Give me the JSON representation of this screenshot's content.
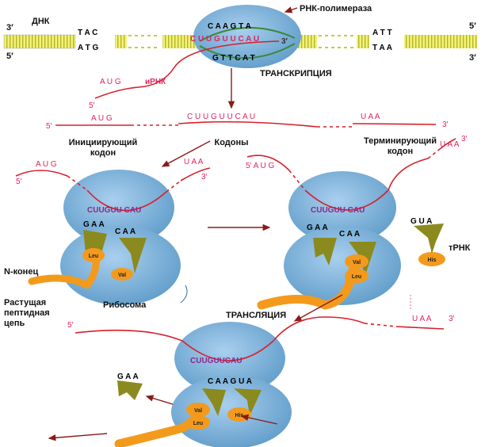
{
  "dna": {
    "label": "ДНК",
    "left_top": "3′",
    "left_bottom": "5′",
    "right_top": "5′",
    "right_bottom": "3′",
    "left_top_bases": "T A C",
    "left_bottom_bases": "A T G",
    "right_top_bases": "A T T",
    "right_bottom_bases": "T A A",
    "poly_top_bases": "C A A G T A",
    "poly_rna_bases": "C U U G U U C A U",
    "poly_bottom_bases": "G T T C A T",
    "rna_3": "3′"
  },
  "polymerase": "РНК-полимераза",
  "transcription": "ТРАНСКРИПЦИЯ",
  "mrna_label": "иРНК",
  "mrna_start": "A U G",
  "five": "5′",
  "mrna_line": {
    "five": "5′",
    "start": "A U G",
    "codons": "C U U G U U C A U",
    "stop": "U A A",
    "three": "3′"
  },
  "labels": {
    "init1": "Инициирующий",
    "init2": "кодон",
    "codons": "Кодоны",
    "term1": "Терминирующий",
    "term2": "кодон"
  },
  "rib1": {
    "five": "5′",
    "aug": "A U G",
    "uaa": "U A A",
    "three": "3′",
    "codons": "CUUGUU CAU",
    "anti1": "G A A",
    "anti2": "C A A",
    "aa1": "Leu",
    "aa2": "Val",
    "n_end": "N-конец",
    "chain1": "Растущая",
    "chain2": "пептидная",
    "chain3": "цепь",
    "ribosome": "Рибосома"
  },
  "rib2": {
    "five_aug": "5′ A U G",
    "uaa": "U A A",
    "three": "3′",
    "codons": "CUUGUU CAU",
    "anti1": "G A A",
    "anti2": "C A A",
    "aa_val": "Val",
    "aa_leu": "Leu",
    "trna_anti": "G U A",
    "trna_aa": "His",
    "trna": "тРНК"
  },
  "translation": "ТРАНСЛЯЦИЯ",
  "rib3": {
    "five": "5′",
    "uaa": "U A A",
    "three": "3′",
    "codons": "CUUGUUCAU",
    "anti": "C A A G U A",
    "released": "G A A",
    "aa_val": "Val",
    "aa_his": "His",
    "aa_leu": "Leu"
  },
  "colors": {
    "dna": "#e8e84a",
    "ribosome": "#7fb3dc",
    "mrna": "#d8202a",
    "trna": "#8b8a1e",
    "amino": "#f39a1c"
  }
}
